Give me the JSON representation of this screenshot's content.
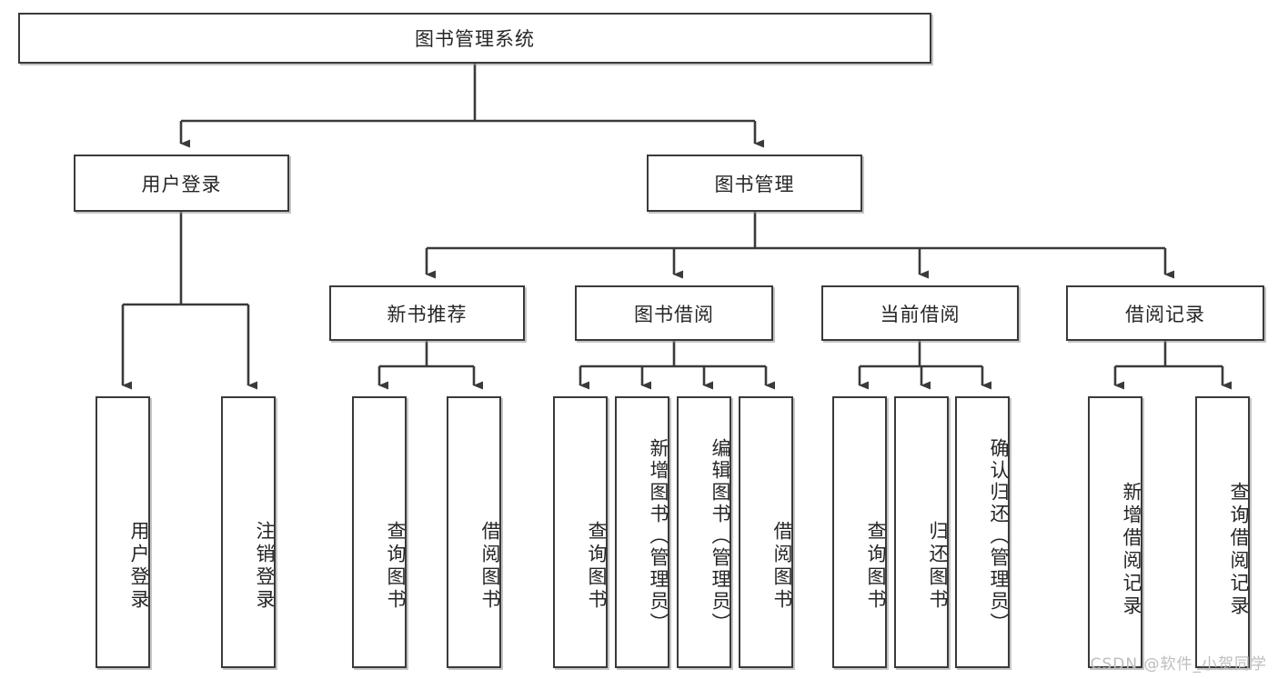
{
  "diagram": {
    "title_node": {
      "label": "图书管理系统"
    },
    "level2": [
      {
        "id": "user-login",
        "label": "用户登录"
      },
      {
        "id": "book-manage",
        "label": "图书管理"
      }
    ],
    "level3": [
      {
        "id": "new-book-recommend",
        "label": "新书推荐"
      },
      {
        "id": "book-borrow",
        "label": "图书借阅"
      },
      {
        "id": "current-borrow",
        "label": "当前借阅"
      },
      {
        "id": "borrow-record",
        "label": "借阅记录"
      }
    ],
    "leaves": [
      {
        "id": "leaf-user-login",
        "label": "用户登录"
      },
      {
        "id": "leaf-logout-login",
        "label": "注销登录"
      },
      {
        "id": "leaf-query-book-1",
        "label": "查询图书"
      },
      {
        "id": "leaf-borrow-book-1",
        "label": "借阅图书"
      },
      {
        "id": "leaf-query-book-2",
        "label": "查询图书"
      },
      {
        "id": "leaf-add-book",
        "label": "新增图书（管理员）"
      },
      {
        "id": "leaf-edit-book",
        "label": "编辑图书（管理员）"
      },
      {
        "id": "leaf-borrow-book-2",
        "label": "借阅图书"
      },
      {
        "id": "leaf-query-book-3",
        "label": "查询图书"
      },
      {
        "id": "leaf-return-book",
        "label": "归还图书"
      },
      {
        "id": "leaf-confirm-return",
        "label": "确认归还（管理员）"
      },
      {
        "id": "leaf-add-record",
        "label": "新增借阅记录"
      },
      {
        "id": "leaf-query-record",
        "label": "查询借阅记录"
      }
    ],
    "watermark": "CSDN @软件_小贺同学",
    "colors": {
      "border": "#3a3a3a",
      "connector": "#3a3a3a",
      "text": "#262626",
      "background": "#ffffff",
      "watermark": "#bdbdbd"
    }
  }
}
